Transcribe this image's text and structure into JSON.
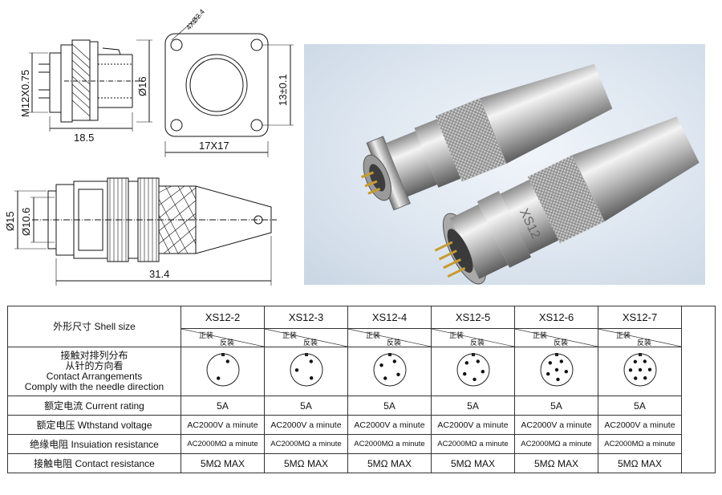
{
  "drawing": {
    "side_view": {
      "dims": [
        "M12X0.75",
        "Ø16",
        "18.5"
      ]
    },
    "front_view": {
      "dims": [
        "4XØ2.4",
        "13±0.1",
        "17X17"
      ]
    },
    "plug_view": {
      "dims": [
        "Ø15",
        "Ø10.6",
        "31.4"
      ]
    }
  },
  "photo": {
    "label": "connector-photo",
    "engraving": "XS12"
  },
  "table": {
    "shell_label": "外形尺寸 Shell size",
    "models": [
      "XS12-2",
      "XS12-3",
      "XS12-4",
      "XS12-5",
      "XS12-6",
      "XS12-7"
    ],
    "sub_labels": {
      "front": "正装",
      "reverse": "反装"
    },
    "contact_label_cn": "接触对排列分布",
    "contact_label_cn2": "从针的方向看",
    "contact_label_en": "Contact Arrangements",
    "contact_label_en2": "Comply with the needle direction",
    "pins": [
      2,
      3,
      4,
      5,
      6,
      7
    ],
    "rows": [
      {
        "label": "额定电流 Current rating",
        "value": "5A"
      },
      {
        "label": "额定电压 Wthstand voltage",
        "value": "AC2000V a minute"
      },
      {
        "label": "绝缘电阻 Insuiation resistance",
        "value": "AC2000MΩ a minute"
      },
      {
        "label": "接触电阻 Contact resistance",
        "value": "5MΩ MAX"
      }
    ]
  }
}
